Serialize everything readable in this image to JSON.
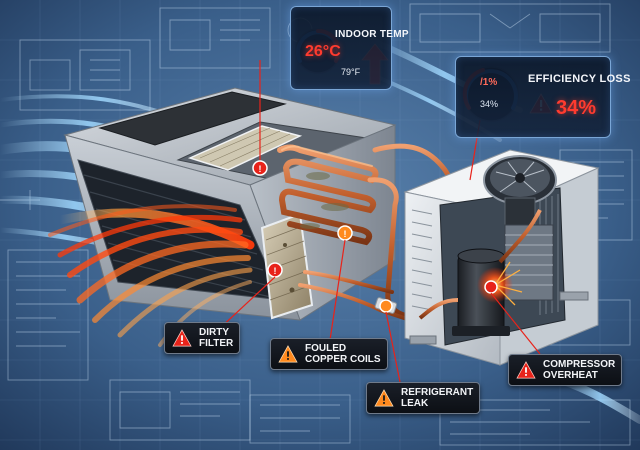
{
  "temp_panel": {
    "title": "INDOOR TEMP",
    "indoor_value": "26°C",
    "outdoor_value": "79°F"
  },
  "efficiency_panel": {
    "title": "EFFICIENCY LOSS",
    "loss_value": "34%",
    "gauge_top": "/1%",
    "gauge_bottom": "34%"
  },
  "callouts": {
    "filter": {
      "line1": "DIRTY",
      "line2": "FILTER"
    },
    "coils": {
      "line1": "FOULED",
      "line2": "COPPER COILS"
    },
    "leak": {
      "line1": "REFRIGERANT",
      "line2": "LEAK"
    },
    "compressor": {
      "line1": "COMPRESSOR",
      "line2": "OVERHEAT"
    }
  },
  "colors": {
    "background": "#2a4a6e",
    "warning_red": "#ff3b2f",
    "warning_orange": "#ff8a1e",
    "copper": "#c86b3a",
    "airflow_hot": "#ff5a1a",
    "airflow_cool": "#8fd0ff"
  }
}
